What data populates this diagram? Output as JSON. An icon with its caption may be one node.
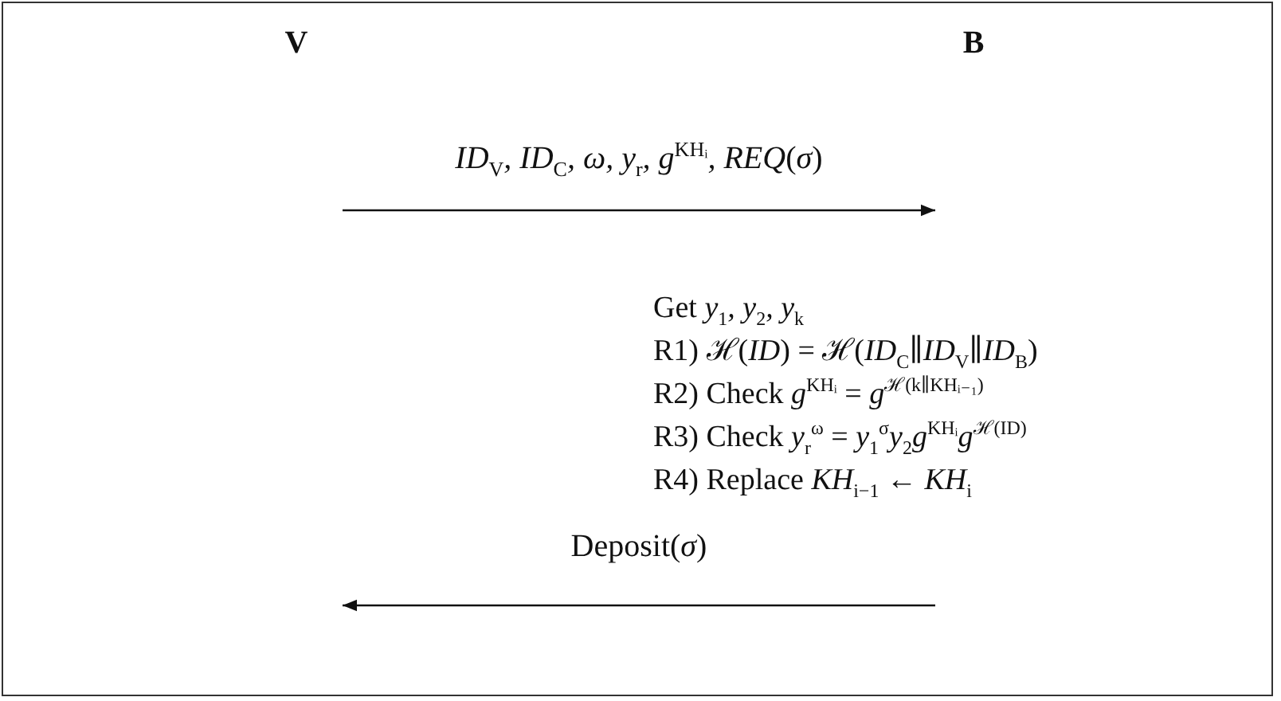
{
  "diagram": {
    "labels": [
      "V",
      "B",
      "*ID*$_{V}$*, ID*$_{C}$*, ω, y*$_{r}$*, g*$^{KHᵢ}$*, REQ*(*σ*)",
      "Get *y*$_{1}$*, y*$_{2}$*, y*$_{k}$",
      "R1) ℋ(*ID*) = ℋ(*ID*$_{C}$∥*ID*$_{V}$∥*ID*$_{B}$)",
      "R2) Check *g*$^{KHᵢ}$ = *g*$^{ℋ(k∥KHᵢ₋₁)}$",
      "R3) Check *y*$_{r}$$^{ω}$ = *y*$_{1}$$^{σ}$*y*$_{2}$*g*$^{KHᵢ}$*g*$^{ℋ(ID)}$",
      "R4) Replace *KH*$_{i−1}$ ← *KH*$_{i}$",
      "Deposit(*σ*)"
    ]
  }
}
